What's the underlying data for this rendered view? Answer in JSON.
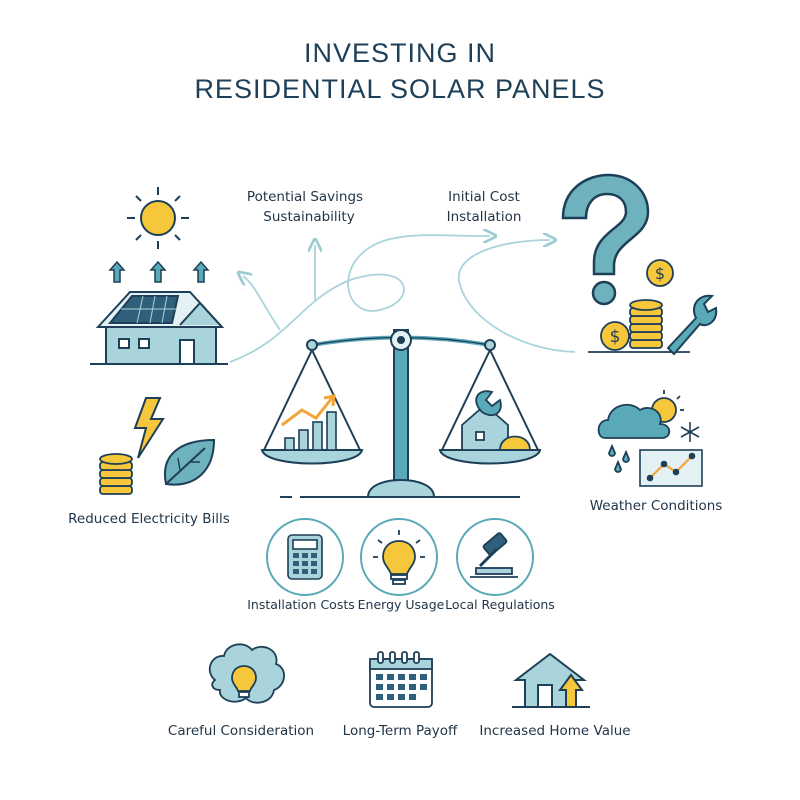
{
  "title": {
    "line1": "INVESTING IN",
    "line2": "RESIDENTIAL SOLAR PANELS"
  },
  "top_labels": {
    "left": [
      "Potential Savings",
      "Sustainability"
    ],
    "right": [
      "Initial Cost",
      "Installation"
    ]
  },
  "side_labels": {
    "left": "Reduced Electricity Bills",
    "right": "Weather Conditions"
  },
  "factors": [
    "Installation Costs",
    "Energy Usage",
    "Local Regulations"
  ],
  "bottom": [
    "Careful Consideration",
    "Long-Term Payoff",
    "Increased Home Value"
  ],
  "icons": [
    "sun-icon",
    "arrow-up-icon",
    "house-solar-icon",
    "lightning-icon",
    "coins-icon",
    "leaf-icon",
    "scale-icon",
    "bar-chart-icon",
    "house-tools-icon",
    "question-mark-icon",
    "dollar-coin-icon",
    "wrench-icon",
    "weather-icon",
    "snowflake-icon",
    "line-chart-icon",
    "calculator-icon",
    "lightbulb-icon",
    "gavel-icon",
    "brain-bulb-icon",
    "calendar-icon",
    "house-arrow-icon"
  ],
  "colors": {
    "navy": "#1d3f57",
    "teal": "#5aa9b8",
    "light_teal": "#a9d4dc",
    "yellow": "#f6c63b",
    "orange": "#f2a53a"
  }
}
